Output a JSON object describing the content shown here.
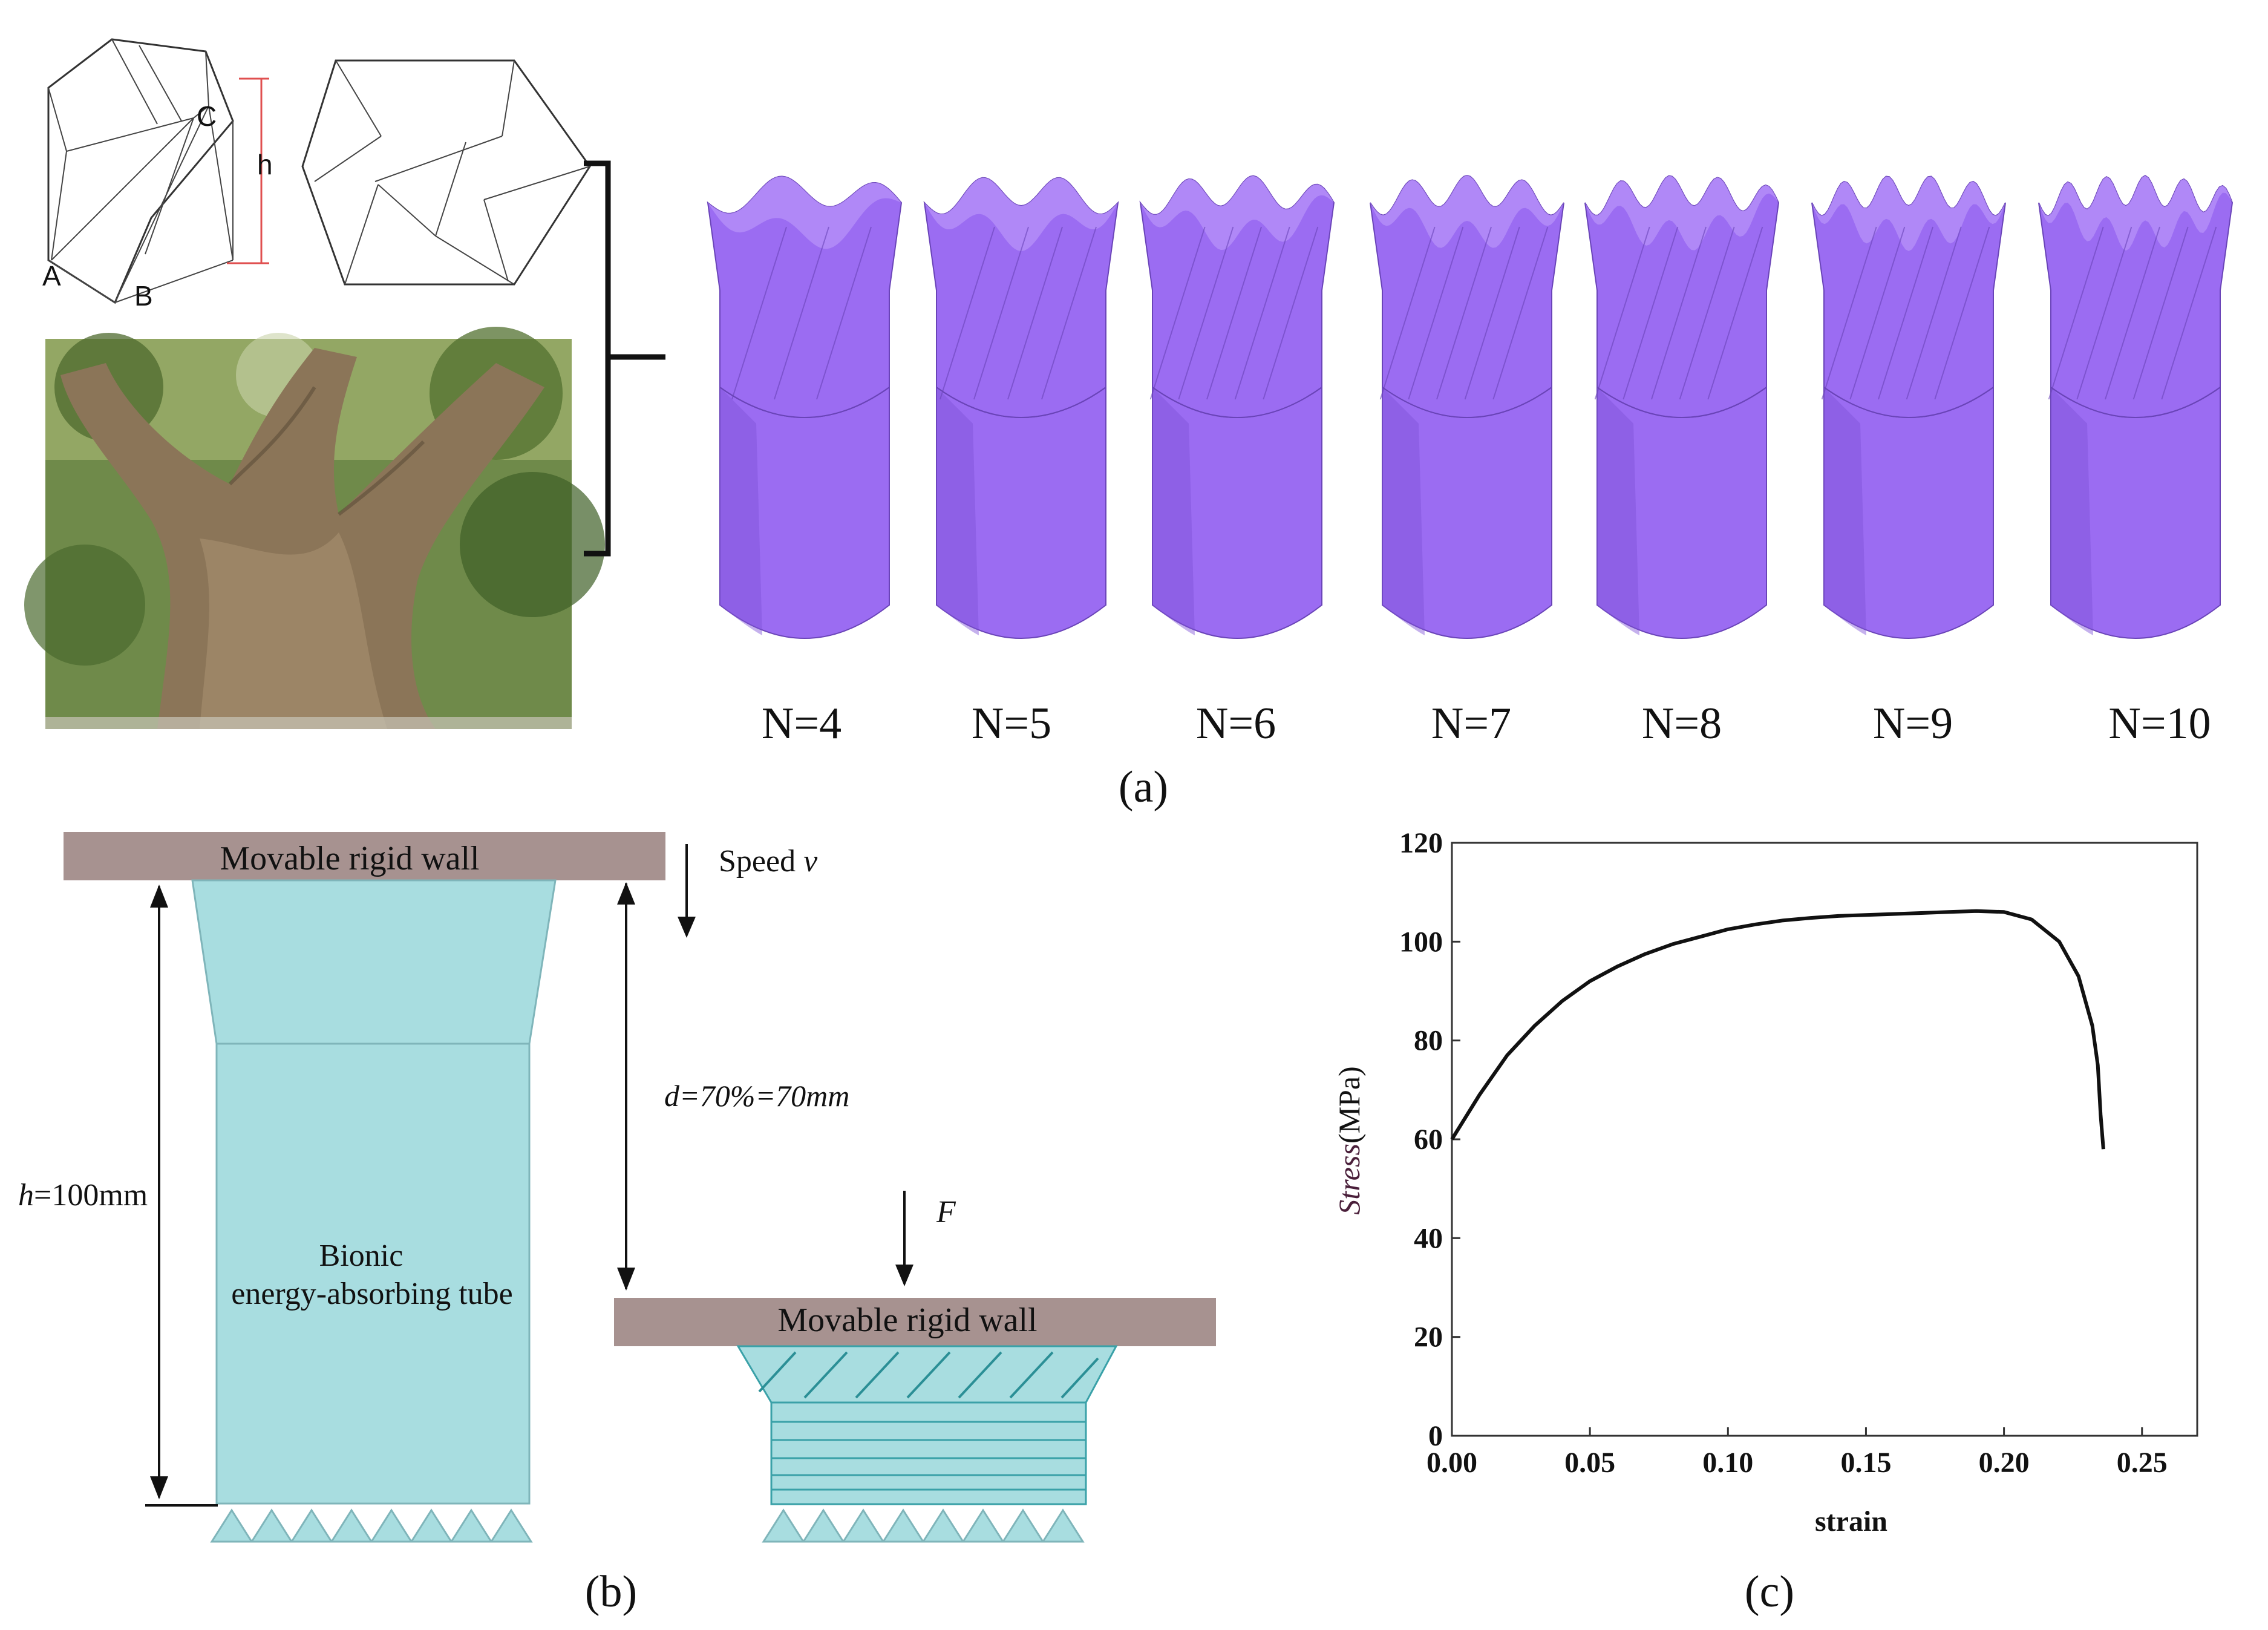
{
  "panel_a": {
    "caption": "(a)",
    "geometry_labels": {
      "point_a": "A",
      "point_b": "B",
      "point_c": "C",
      "height": "h"
    },
    "tube_labels": [
      "N=4",
      "N=5",
      "N=6",
      "N=7",
      "N=8",
      "N=9",
      "N=10"
    ],
    "tube_lobes": [
      4,
      5,
      6,
      7,
      8,
      9,
      10
    ],
    "tube_color": "#9b6cf2"
  },
  "panel_b": {
    "caption": "(b)",
    "top_wall_label": "Movable rigid wall",
    "speed_label_prefix": "Speed ",
    "speed_symbol": "v",
    "height_symbol": "h",
    "height_value": "=100mm",
    "displacement_label": "d=70%=70mm",
    "tube_label_line1": "Bionic",
    "tube_label_line2": "energy-absorbing tube",
    "force_label": "F",
    "bottom_wall_label": "Movable rigid wall",
    "wall_color": "#a79290",
    "tube_color": "#a8dde0"
  },
  "panel_c": {
    "caption": "(c)",
    "chart_data": {
      "type": "line",
      "xlabel": "strain",
      "ylabel_italic": "Stress",
      "ylabel_unit": "(MPa)",
      "xlim": [
        0,
        0.27
      ],
      "ylim": [
        0,
        120
      ],
      "xticks": [
        "0.00",
        "0.05",
        "0.10",
        "0.15",
        "0.20",
        "0.25"
      ],
      "yticks": [
        "0",
        "20",
        "40",
        "60",
        "80",
        "100",
        "120"
      ],
      "series": [
        {
          "x": [
            0.0,
            0.01,
            0.02,
            0.03,
            0.04,
            0.05,
            0.06,
            0.07,
            0.08,
            0.09,
            0.1,
            0.11,
            0.12,
            0.13,
            0.14,
            0.15,
            0.16,
            0.17,
            0.18,
            0.19,
            0.2,
            0.21,
            0.22,
            0.227,
            0.232,
            0.234,
            0.235,
            0.236
          ],
          "y": [
            60,
            69,
            77,
            83,
            88,
            92,
            95,
            97.5,
            99.5,
            101,
            102.5,
            103.5,
            104.3,
            104.8,
            105.2,
            105.4,
            105.6,
            105.8,
            106,
            106.2,
            106,
            104.5,
            100,
            93,
            83,
            75,
            65,
            58
          ]
        }
      ]
    }
  }
}
